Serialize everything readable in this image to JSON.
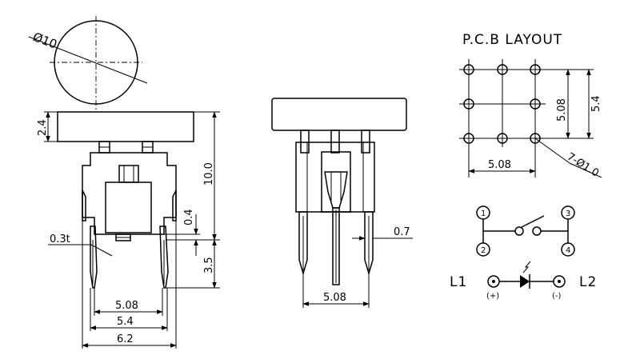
{
  "dimensions": {
    "cap_diameter": "Ø10",
    "cap_height": "2.4",
    "total_height": "10.0",
    "gap": "0.4",
    "leg_length": "3.5",
    "terminal_thickness": "0.3t",
    "pitch_508": "5.08",
    "width_54": "5.4",
    "width_62": "6.2",
    "side_pitch": "5.08",
    "pin_width": "0.7"
  },
  "pcb_layout": {
    "title": "P.C.B LAYOUT",
    "vertical_508": "5.08",
    "vertical_54": "5.4",
    "horizontal_508": "5.08",
    "holes": "7-Ø1.0"
  },
  "schematic": {
    "pin1": "1",
    "pin2": "2",
    "pin3": "3",
    "pin4": "4",
    "l1": "L1",
    "l2": "L2",
    "plus": "(+)",
    "minus": "(-)"
  }
}
